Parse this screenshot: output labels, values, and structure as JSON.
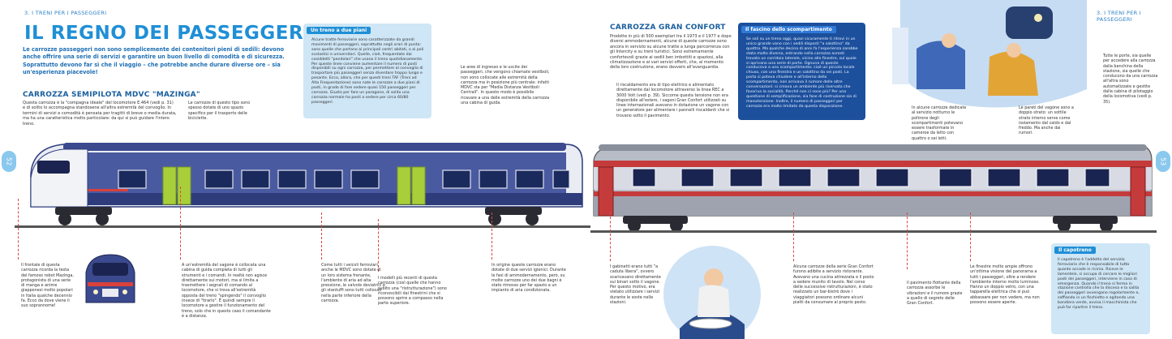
{
  "left_page": {
    "running_head": "3. I TRENI PER I PASSEGGERI",
    "title": "IL REGNO DEI PASSEGGERI",
    "lead": "Le carrozze passeggeri non sono semplicemente dei contenitori pieni di sedili: devono anche offrire una serie di servizi e garantire un buon livello di comodità e di sicurezza. Soprattutto devono far sì che il viaggio – che potrebbe anche durare diverse ore – sia un'esperienza piacevole!",
    "section_title": "CARROZZA SEMIPILOTA MDVC \"MAZINGA\"",
    "section_text": "Questa carrozza è la \"compagna ideale\" del locomotore E.464 (vedi p. 31) e di solito lo accompagna standosene all'altra estremità del convoglio. In termini di servizi e comodità è pensata per tragitti di breve o media durata, ma ha una caratteristica molto particolare: da qui si può guidare l'intero treno.",
    "page_number": "52",
    "box": {
      "heading": "Un treno a due piani",
      "text": "Alcune tratte ferroviarie sono caratterizzate da grandi movimenti di passeggeri, soprattutto negli orari di punta: sono quelle che portano ai principali centri abitati, o ai poli scolastici e universitari. Quelle, cioè, frequentate dai cosiddetti \"pendolari\" che usano il treno quotidianamente. Per queste linee conviene aumentare il numero di posti disponibili su ogni carrozza, per permettere al convoglio di trasportare più passeggeri senza diventare troppo lungo e pesante. Ecco, allora, che per questi treni TAF (Treni ad Alta Frequentazione) sono nate le carrozze a due piani di posti, in grado di fare sedere quasi 150 passeggeri per carrozza. Giusto per fare un paragone, di solito una carrozza normale ha posti a sedere per circa 60/80 passeggeri."
    },
    "note_window": "Le carrozze di questo tipo sono spesso dotate di uno spazio specifico per il trasporto delle biciclette.",
    "note_doors": "Le aree di ingresso e le uscite dei passeggeri, che vengono chiamate vestiboli, non sono collocate alle estremità della carrozza ma in posizione più centrale: infatti MDVC sta per \"Media Distanza Vestiboli Centrali\". In questo modo è possibile ricavare a una delle estremità della carrozza una cabina di guida.",
    "ann_front": "Il frontale di questa carrozza ricorda la testa del famoso robot Mazinga, protagonista di una serie di manga e anime giapponesi molto popolari in Italia qualche decennio fa. Ecco da dove viene il suo soprannome!",
    "ann_cab": "A un'estremità del vagone è collocata una cabina di guida completa di tutti gli strumenti e i comandi. In realtà non agisce direttamente sui motori, ma si limita a trasmettere i segnali di comando al locomotore, che si trova all'estremità opposta del treno \"spingendo\" il convoglio invece di \"tirarlo\". È quindi sempre il locomotore a gestire il funzionamento del treno, solo che in questo caso il comandante è a distanza.",
    "ann_brake": "Come tutti i veicoli ferroviari, anche le MDVC sono dotate di un loro sistema frenante, l'ambiente di aria ad alta pressione, le valvole deviatrici e gli stantuffi sono tutti collocati nella parte inferiore della carrozza.",
    "ann_models": "I modelli più recenti di questa carrozza (così quelle che hanno subìto una \"ristrutturazione\") sono riconoscibili dai finestrini che si possono aprire a compasso nella parte superiore.",
    "ann_air": "In origine queste carrozze erano dotate di due servizi igienici. Durante le fasi di ammodernamento, però, su molte carrozze uno dei due bagni è stato rimosso per far spazio a un impianto di aria condizionata."
  },
  "right_page": {
    "running_head": "3. I TRENI PER I PASSEGGERI",
    "section_title": "CARROZZA GRAN CONFORT",
    "section_text": "Prodotte in più di 500 esemplari tra il 1973 e il 1977 e dopo diversi ammodernamenti, alcune di queste carrozze sono ancora in servizio su alcune tratte a lunga percorrenza con gli Intercity e su treni turistici. Sono estremamente confortevoli grazie ai sedili ben imbottiti e spaziosi, alla climatizzazione e ai vari servizi offerti, che, al momento della loro costruzione, erano davvero all'avanguardia.",
    "page_number": "53",
    "box": {
      "heading": "Il fascino dello scompartimento",
      "text": "Se sali su un treno oggi, quasi sicuramente ti ritrovi in un unico grande vano con i sedili disposti \"a salottino\" da quattro. Ma qualche decina di anni fa l'esperienza sarebbe stata molto diversa, entrando nella carrozza avresti trovato un corridoio laterale, vicino alle finestre, sul quale si aprivano una serie di porte. Ognuna di queste conduceva a uno scompartimento: cioè un piccolo locale chiuso, con una finestra e un salottino da sei posti. La porta si poteva chiudere e all'interno dello scompartimento, non arrivava il rumore delle altre conversazioni: si creava un ambiente più riservato che favoriva la socialità. Perché non ci sono più? Per una questione di semplificazione, sia fase di costruzione sia di manutenzione. Inoltre, il numero di passeggeri per carrozza era molto limitato da questa disposizione."
    },
    "note_heating": "Il riscaldamento era di tipo elettrico e alimentato direttamente dal locomotore attraverso la linea REC a 3000 Volt (vedi p. 39). Siccome questa tensione non era disponibile all'estero, i vagoni Gran Confort utilizzati su linee internazionali avevano in dotazione un vagone con un generatore per alimentare i pannelli riscaldanti che si trovano sotto il pavimento.",
    "note_sleeper": "In alcune carrozze dedicate al servizio notturno le poltrone degli scompartimenti potevano essere trasformate in cameroe da letto con quattro o sei letti.",
    "note_walls": "Le pareti del vagone sono a doppio strato: un sottile strato interno serve come isolamento dal caldo e dal freddo. Ma anche dai rumori.",
    "note_doors": "Tutte le porte, sia quelle per accedere alla carrozza dalla banchina della stazione, sia quelle che conducono da una carrozza all'altra sono automatizzate e gestite dalla cabina di pilotaggio della locomotiva (vedi p. 35).",
    "ann_toilets": "I gabinetti erano tutti \"a caduta libera\", ovvero scaricavano direttamente sui binari sotto il vagone. Per questo motivo, era vietato utilizzare i servizi durante le soste nelle stazioni.",
    "ann_restaurant": "Alcune carrozze della serie Gran Confort furono adibite a servizio ristorante. Avevano una cucina attrezzata e il posto a sedere munito di tavolo. Nel corso delle successive ristrutturazioni, è stato realizzato un bar-bistrò dove i viaggiatori possono ordinare alcuni piatti da consumare al proprio posto.",
    "ann_floor": "Il pavimento flottante della carrozza assorbe le vibrazioni e il rumore grazie a quello di segreto delle Gran Confort.",
    "ann_windows": "Le finestre molto ampie offrono un'ottima visione del panorama a tutti i passeggeri, oltre a rendere l'ambiente interno molto luminoso. Hanno un doppio vetro, con una tapparella elettrica che si può abbassare per non vedere, ma non possono essere aperte.",
    "box2": {
      "heading": "Il capotreno",
      "text": "Il capotreno è l'addetto del servizio ferroviario che è responsabile di tutto quanto accade in ricinia. Riceve le lamentele, si occupa di cercare le migliori posti dei passeggeri, interviene in caso di emergenza. Quando il treno si ferma in stazione controlla che la discesa e la salita dei passeggeri avvengano regolarmente e, soffiando in un fischietto e agitando una bandiera verde, avvisa il macchinista che può far ripartire il treno."
    }
  },
  "colors": {
    "accent_blue": "#1f8fd6",
    "box_light_blue": "#cfe6f6",
    "box_dark_blue": "#1c4f9c",
    "note_red": "#d44444",
    "train_blue": "#3b4a8e",
    "door_green": "#a8cf3a"
  }
}
